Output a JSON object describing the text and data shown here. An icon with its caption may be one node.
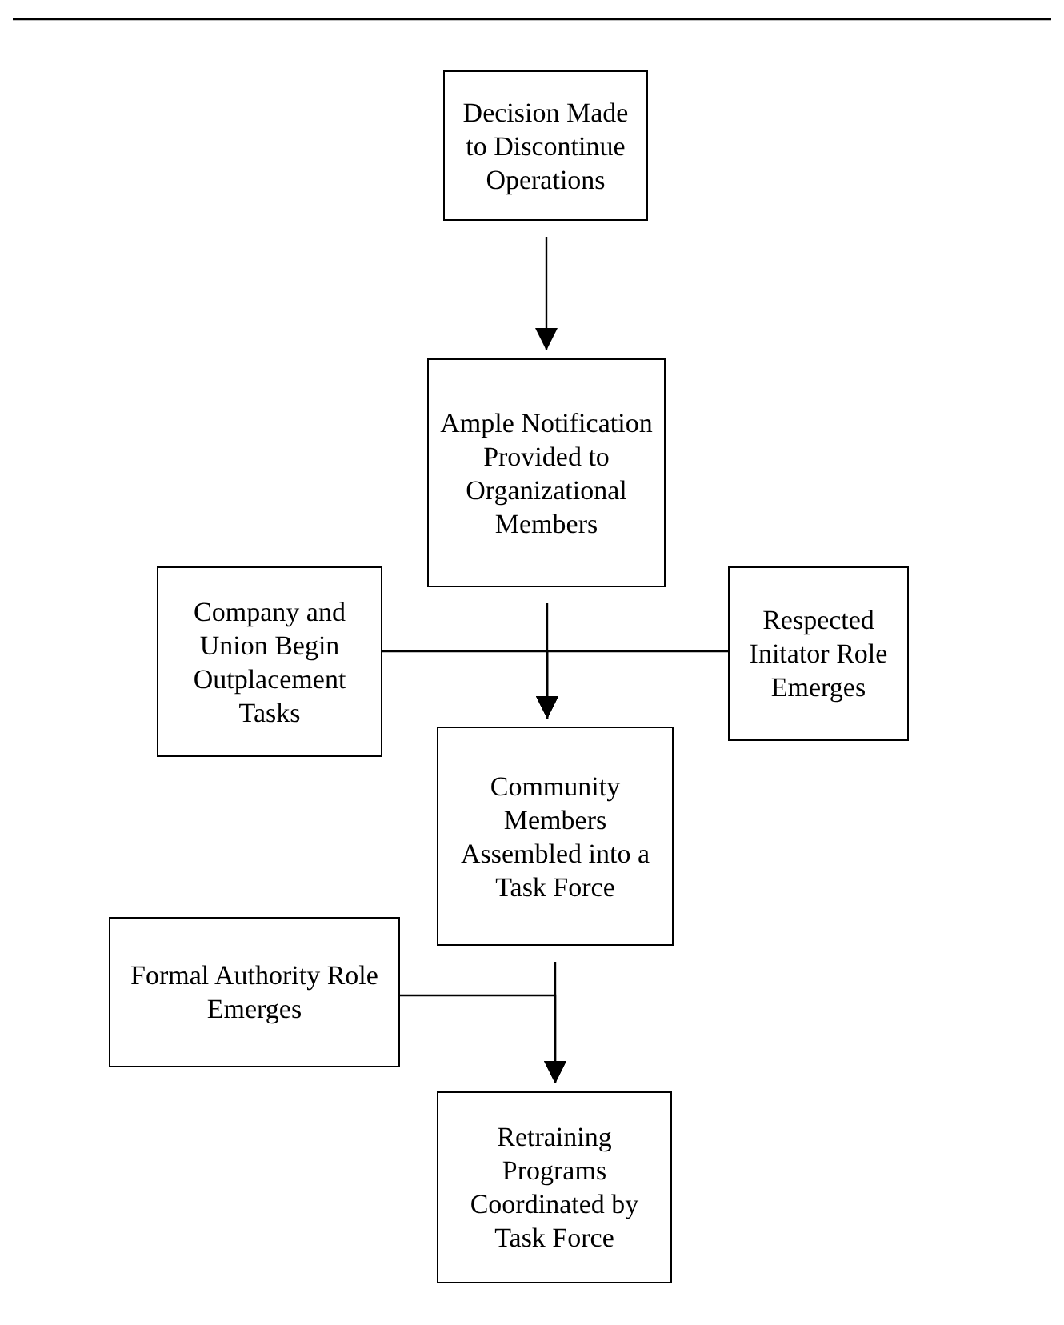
{
  "diagram": {
    "nodes": [
      {
        "text": [
          "Decision Made to Discontinue Operations"
        ]
      },
      {
        "text": [
          "Ample Notification Provided to Organizational Members"
        ]
      },
      {
        "text": [
          "Company and Union Begin Outplacement Tasks"
        ]
      },
      {
        "text": [
          "Respected Initator Role Emerges"
        ]
      },
      {
        "text": [
          "Community Members Assembled into a Task Force"
        ]
      },
      {
        "text": [
          "Formal Authority Role Emerges"
        ]
      },
      {
        "text": [
          "Retraining Programs Coordinated by Task Force"
        ]
      }
    ],
    "edges": [
      {
        "from": 0,
        "to": 1,
        "arrow": "to"
      },
      {
        "from": 1,
        "to": 4,
        "arrow": "to"
      },
      {
        "from": 2,
        "to": 4,
        "arrow": "to"
      },
      {
        "from": 3,
        "to": 4,
        "arrow": "to"
      },
      {
        "from": 4,
        "to": 6,
        "arrow": "to"
      },
      {
        "from": 5,
        "to": 6,
        "arrow": "to"
      }
    ]
  }
}
